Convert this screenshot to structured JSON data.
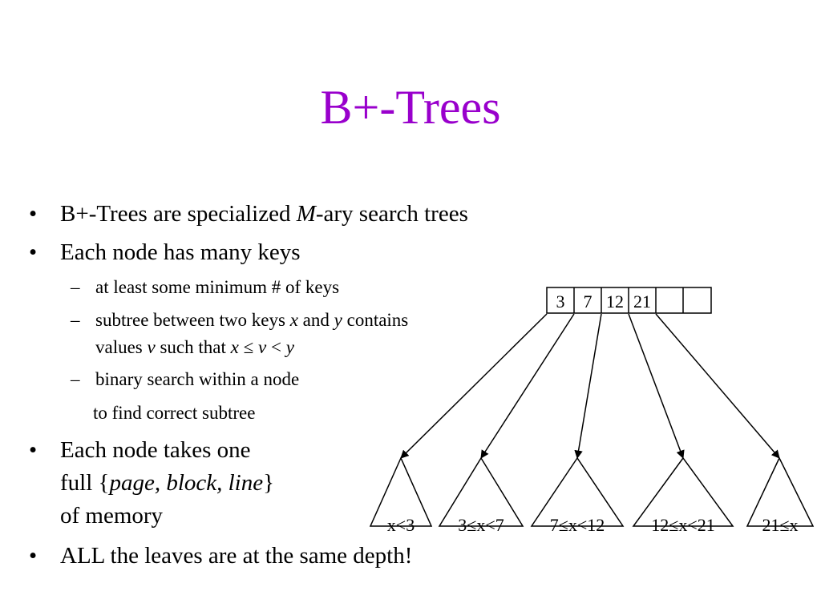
{
  "title": "B+-Trees",
  "bullets": {
    "b1": {
      "pre": "B+-Trees are specialized ",
      "em": "M",
      "post": "-ary search trees"
    },
    "b2": "Each node has many keys",
    "s1": "at least some minimum # of keys",
    "s2": {
      "line1_a": "subtree between two keys ",
      "x1": "x",
      "and": " and ",
      "y1": "y",
      "contains": " contains",
      "line2_a": "values ",
      "v1": "v",
      "such": " such that ",
      "x2": "x",
      "le": " ≤ ",
      "v2": "v",
      "lt": " < ",
      "y2": "y"
    },
    "s3_line1": "binary search within a node",
    "s3_line2": "to find correct subtree",
    "b3": {
      "line1": "Each node takes one",
      "line2_pre": "full {",
      "line2_em": "page, block, line",
      "line2_post": "}",
      "line3": "of memory"
    },
    "b4": "ALL the leaves are at the same depth!"
  },
  "markers": {
    "bullet": "•",
    "dash": "–"
  },
  "diagram": {
    "node_keys": [
      "3",
      "7",
      "12",
      "21",
      "",
      ""
    ],
    "subtree_labels": [
      "x<3",
      "3≤x<7",
      "7≤x<12",
      "12≤x<21",
      "21≤x"
    ]
  }
}
